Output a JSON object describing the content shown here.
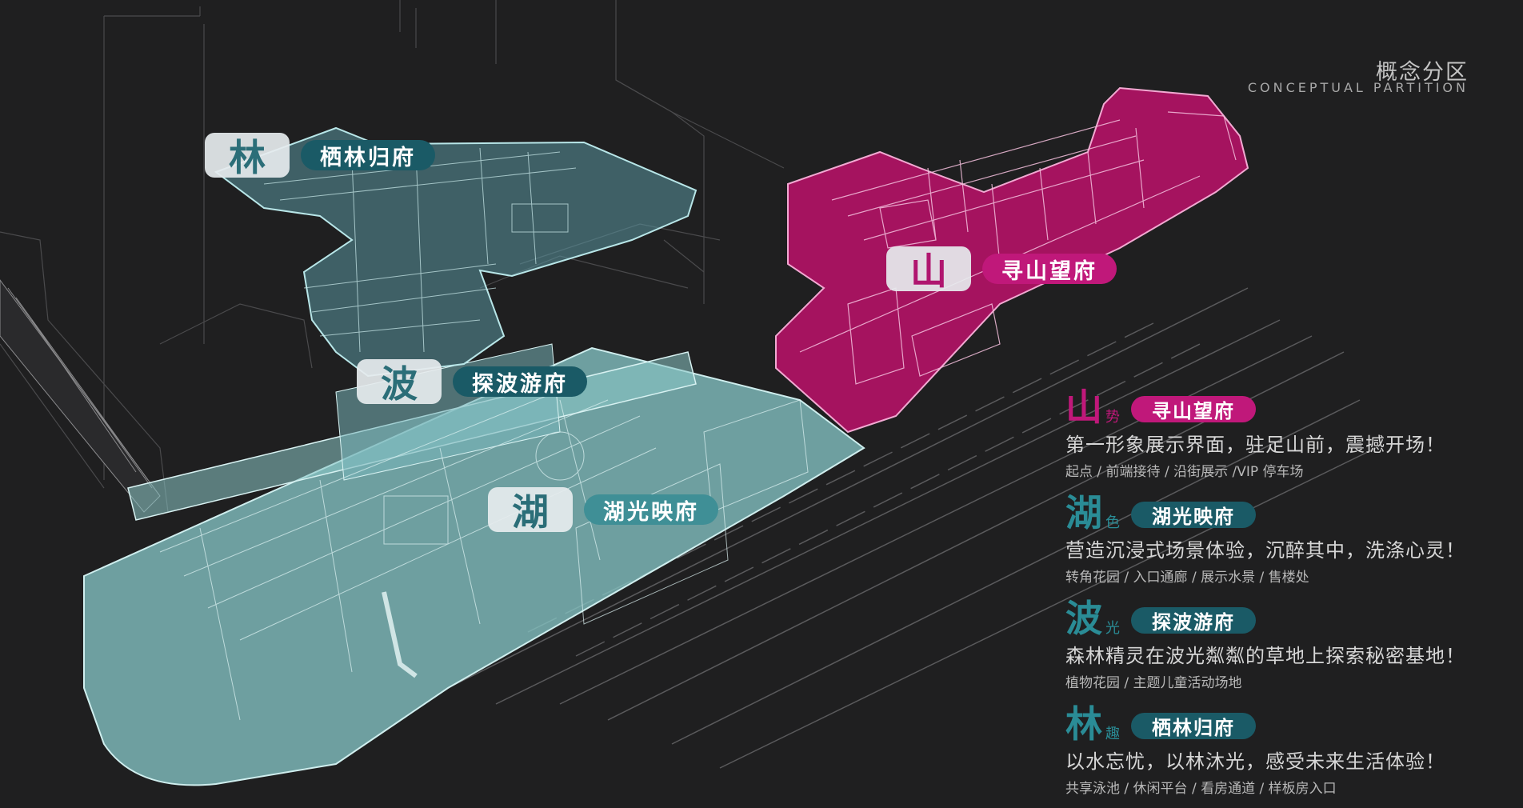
{
  "header": {
    "title_cn": "概念分区",
    "title_en": "CONCEPTUAL PARTITION"
  },
  "colors": {
    "teal": "#8fd3d4",
    "teal_dark": "#1a5a66",
    "magenta": "#b0156f",
    "magenta_pill": "#c0187a",
    "background": "#1f1f20"
  },
  "zones": [
    {
      "char": "林",
      "name": "栖林归府",
      "color": "#1a5a66"
    },
    {
      "char": "波",
      "name": "探波游府",
      "color": "#1a5a66"
    },
    {
      "char": "湖",
      "name": "湖光映府",
      "color": "#1a5a66"
    },
    {
      "char": "山",
      "name": "寻山望府",
      "color": "#c0187a"
    }
  ],
  "legend": [
    {
      "big": "山",
      "small": "势",
      "name": "寻山望府",
      "color": "#c0187a",
      "desc": "第一形象展示界面，驻足山前，震撼开场！",
      "sub": "起点 / 前端接待 / 沿街展示 /VIP 停车场"
    },
    {
      "big": "湖",
      "small": "色",
      "name": "湖光映府",
      "color": "#1a5a66",
      "desc": "营造沉浸式场景体验，沉醉其中，洗涤心灵！",
      "sub": "转角花园 / 入口通廊 / 展示水景 / 售楼处"
    },
    {
      "big": "波",
      "small": "光",
      "name": "探波游府",
      "color": "#1a5a66",
      "desc": "森林精灵在波光粼粼的草地上探索秘密基地！",
      "sub": "植物花园 / 主题儿童活动场地"
    },
    {
      "big": "林",
      "small": "趣",
      "name": "栖林归府",
      "color": "#1a5a66",
      "desc": "以水忘忧，以林沐光，感受未来生活体验！",
      "sub": "共享泳池 / 休闲平台 / 看房通道 / 样板房入口"
    }
  ]
}
